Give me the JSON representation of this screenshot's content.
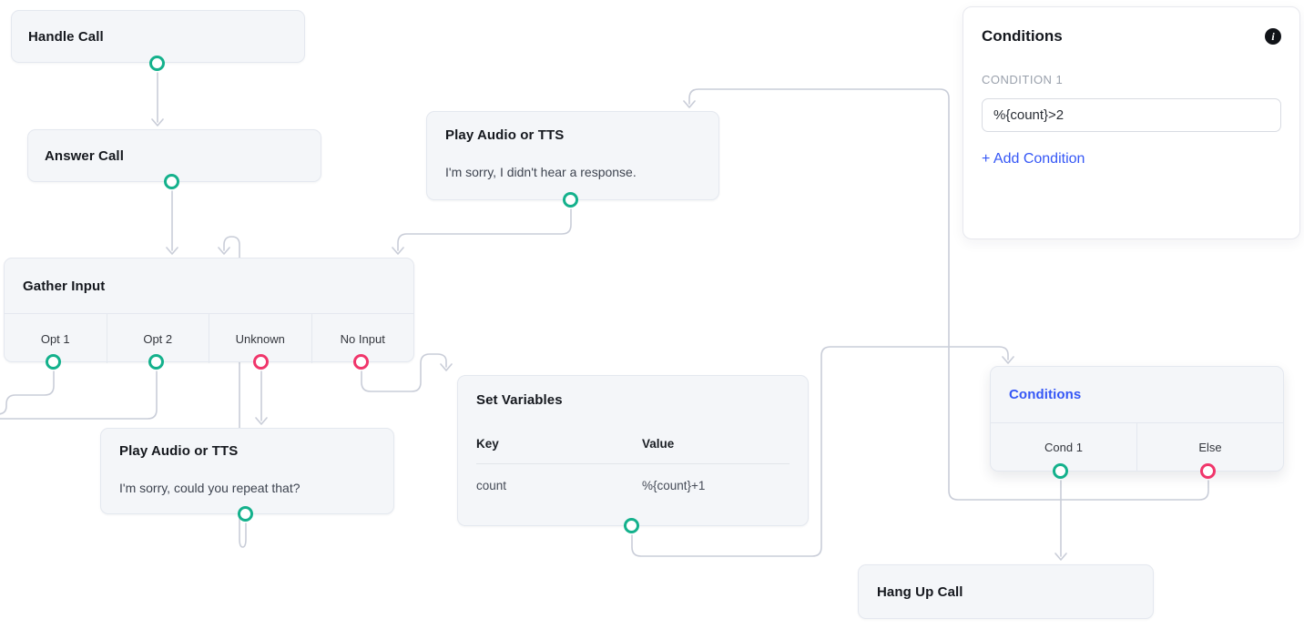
{
  "colors": {
    "teal": "#14b18c",
    "pink": "#f0366b",
    "accent_blue": "#3557f6",
    "edge": "#c9cdd8"
  },
  "nodes": {
    "handle_call": {
      "title": "Handle Call"
    },
    "answer_call": {
      "title": "Answer Call"
    },
    "play_audio_no_response": {
      "title": "Play Audio or TTS",
      "message": "I'm sorry, I didn't hear a response."
    },
    "gather_input": {
      "title": "Gather Input",
      "options": [
        {
          "label": "Opt 1",
          "port": "teal"
        },
        {
          "label": "Opt 2",
          "port": "teal"
        },
        {
          "label": "Unknown",
          "port": "pink"
        },
        {
          "label": "No Input",
          "port": "pink"
        }
      ]
    },
    "play_audio_repeat": {
      "title": "Play Audio or TTS",
      "message": "I'm sorry, could you repeat that?"
    },
    "set_variables": {
      "title": "Set Variables",
      "columns": {
        "key": "Key",
        "value": "Value"
      },
      "rows": [
        {
          "key": "count",
          "value": "%{count}+1"
        }
      ]
    },
    "conditions": {
      "title": "Conditions",
      "outputs": [
        {
          "label": "Cond 1",
          "port": "teal"
        },
        {
          "label": "Else",
          "port": "pink"
        }
      ]
    },
    "hang_up_call": {
      "title": "Hang Up Call"
    }
  },
  "panel": {
    "title": "Conditions",
    "info_icon": "i",
    "section_label": "CONDITION 1",
    "condition_value": "%{count}>2",
    "add_condition_label": "+ Add Condition"
  }
}
